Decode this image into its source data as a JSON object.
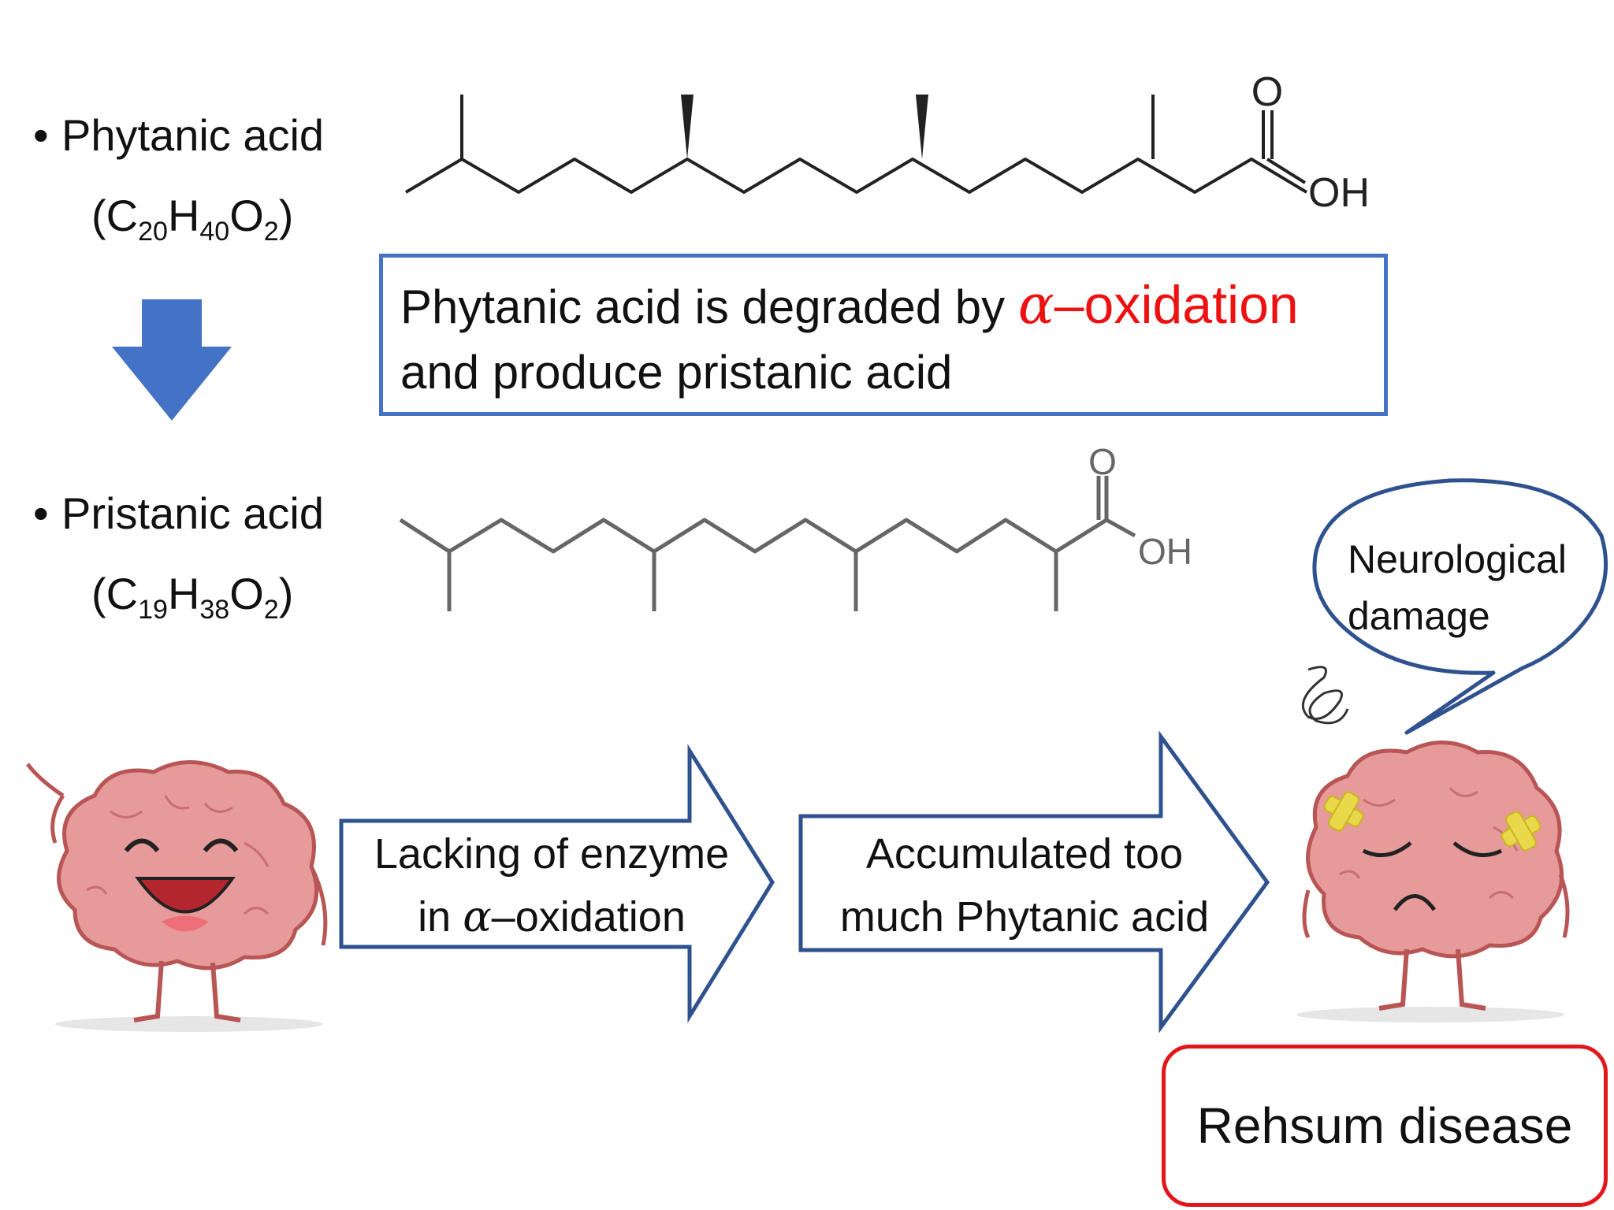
{
  "phytanic": {
    "bullet": "•",
    "name": "Phytanic acid",
    "formula": {
      "c": "C",
      "c_n": "20",
      "h": "H",
      "h_n": "40",
      "o": "O",
      "o_n": "2"
    },
    "oh_label": "OH",
    "o_label": "O"
  },
  "pristanic": {
    "bullet": "•",
    "name": "Pristanic acid",
    "formula": {
      "c": "C",
      "c_n": "19",
      "h": "H",
      "h_n": "38",
      "o": "O",
      "o_n": "2"
    },
    "oh_label": "OH",
    "o_label": "O"
  },
  "note": {
    "line1_prefix": "Phytanic acid is degraded by ",
    "alpha": "α",
    "line1_highlight": "–oxidation",
    "line2": "and produce pristanic acid",
    "highlight_color": "#ee1111",
    "border_color": "#4472C4"
  },
  "flow": {
    "arrow1": {
      "line1": "Lacking of enzyme",
      "line2_alpha": "α",
      "line2_prefix": "in ",
      "line2_suffix": "–oxidation"
    },
    "arrow2": {
      "line1": "Accumulated too",
      "line2": "much Phytanic acid"
    },
    "arrow_border_color": "#2f528f"
  },
  "bubble": {
    "line1": "Neurological",
    "line2": "damage"
  },
  "disease": {
    "label": "Rehsum disease",
    "border_color": "#e3171b"
  },
  "icons": {
    "down_arrow": "down-arrow-icon",
    "happy_brain": "happy-brain-icon",
    "sad_brain": "sad-brain-icon"
  },
  "colors": {
    "down_arrow": "#4472C4",
    "brain_fill": "#e79a9a",
    "brain_outline": "#b85555"
  }
}
